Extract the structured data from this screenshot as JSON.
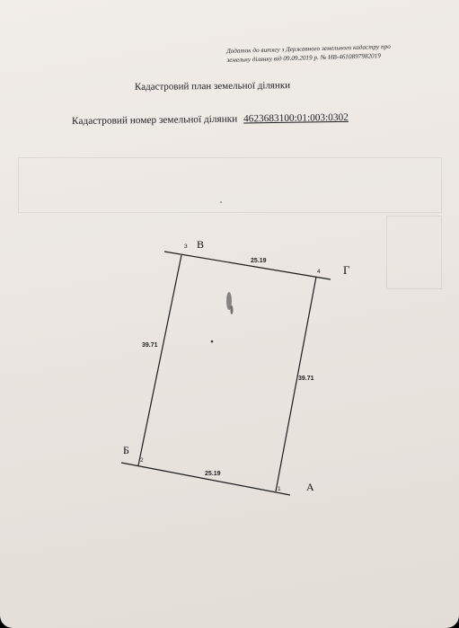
{
  "annex": {
    "line1": "Додаток до витягу з Державного земельного кадастру про",
    "line2": "земельну ділянку від 09.09.2019 р. № НВ-4610897982019"
  },
  "title": "Кадастровий план земельної ділянки",
  "cadastral": {
    "label": "Кадастровий номер земельної ділянки",
    "value": "4623683100:01:003:0302"
  },
  "plan": {
    "corners": {
      "A": "А",
      "B": "Б",
      "V": "В",
      "G": "Г"
    },
    "points": {
      "p1": "1",
      "p2": "2",
      "p3": "3",
      "p4": "4"
    },
    "lengths": {
      "top": "25.19",
      "bottom": "25.19",
      "left": "39.71",
      "right": "39.71"
    }
  }
}
